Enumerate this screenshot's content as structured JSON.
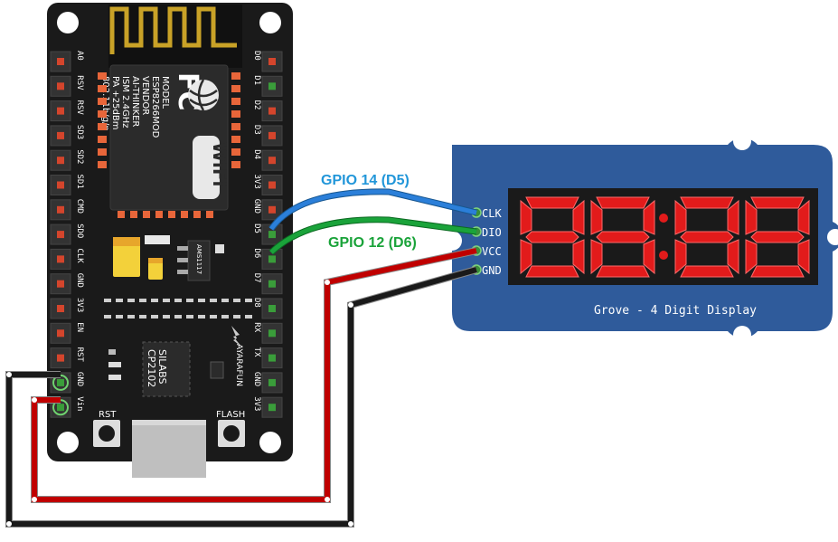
{
  "board": {
    "left_pins": [
      "A0",
      "RSV",
      "RSV",
      "SD3",
      "SD2",
      "SD1",
      "CMD",
      "SDO",
      "CLK",
      "GND",
      "3V3",
      "EN",
      "RST",
      "GND",
      "Vin"
    ],
    "right_pins": [
      "D0",
      "D1",
      "D2",
      "D3",
      "D4",
      "3V3",
      "GND",
      "D5",
      "D6",
      "D7",
      "D8",
      "RX",
      "TX",
      "GND",
      "3V3"
    ],
    "module": {
      "logo": "FC",
      "line1": "MODEL",
      "line2": "ESP8266MOD",
      "line3": "VENDOR",
      "line4": "AI-THINKER",
      "line5": "ISM 2.4GHz",
      "line6": "PA +25dBm",
      "line7": "802.11b/g/n",
      "wifi": "WiFi"
    },
    "regulator": "AMS1117",
    "usb_chip_1": "SILABS",
    "usb_chip_2": "CP2102",
    "brand": "AYARAFUN",
    "rst_button": "RST",
    "flash_button": "FLASH"
  },
  "display": {
    "pins": [
      "CLK",
      "DIO",
      "VCC",
      "GND"
    ],
    "digits": "8888",
    "label": "Grove - 4 Digit Display"
  },
  "wires": {
    "clk_label": "GPIO 14 (D5)",
    "dio_label": "GPIO 12 (D6)"
  },
  "colors": {
    "board": "#1a1a1a",
    "display_board": "#2f5b9b",
    "segment": "#e21b1b",
    "wire_blue": "#2b7fd9",
    "wire_green": "#1aa33a",
    "wire_red": "#c00000",
    "wire_black": "#1a1a1a",
    "label_blue": "#2196d9",
    "label_green": "#1aa33a"
  }
}
